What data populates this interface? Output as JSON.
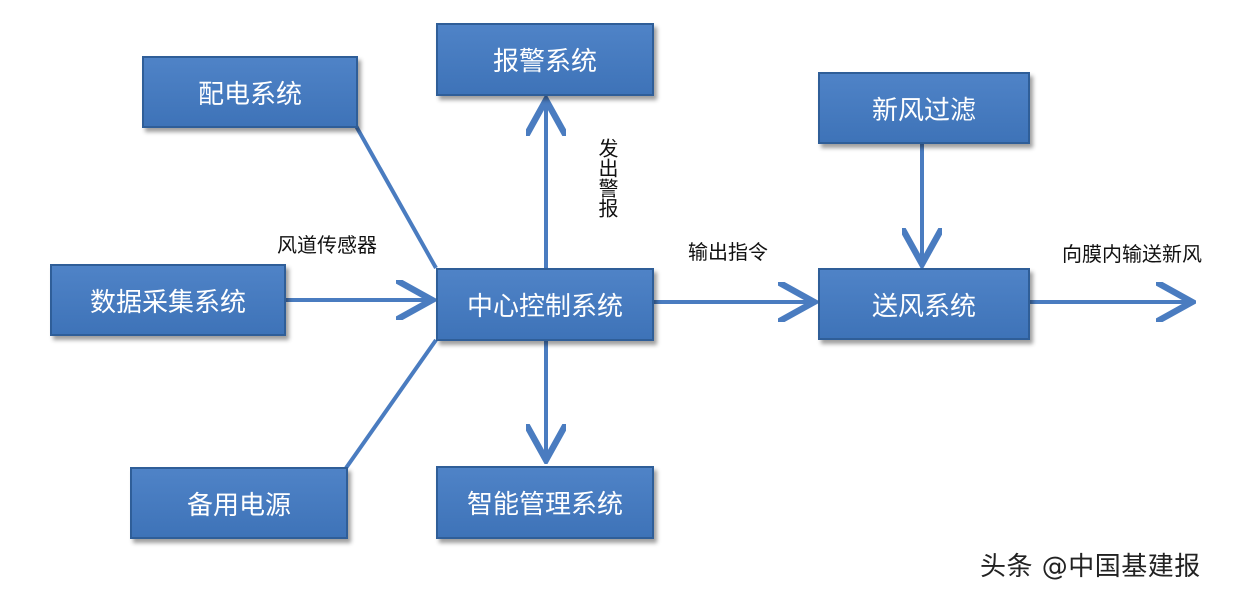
{
  "nodes": {
    "power_distribution": "配电系统",
    "alarm": "报警系统",
    "fresh_air_filter": "新风过滤",
    "data_acquisition": "数据采集系统",
    "central_control": "中心控制系统",
    "air_supply": "送风系统",
    "backup_power": "备用电源",
    "intelligent_management": "智能管理系统"
  },
  "edge_labels": {
    "duct_sensor": "风道传感器",
    "send_alarm": "发出警报",
    "output_command": "输出指令",
    "supply_fresh_air": "向膜内输送新风"
  },
  "watermark": "头条 @中国基建报",
  "colors": {
    "box_fill": "#4676bd",
    "box_border": "#2f5e98",
    "arrow": "#4a7cc0",
    "text": "#111111"
  }
}
